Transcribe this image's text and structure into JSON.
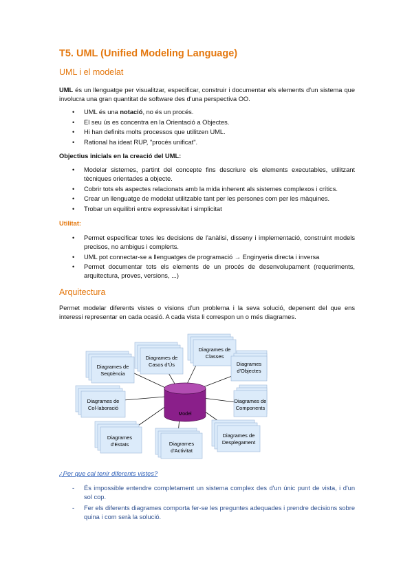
{
  "title": "T5. UML (Unified Modeling Language)",
  "section1": {
    "heading": "UML i el modelat",
    "intro_bold": "UML",
    "intro_rest": " és un llenguatge per visualitzar, especificar, construir i documentar els elements d'un sistema que involucra una gran quantitat de software des d'una perspectiva OO.",
    "bullets": [
      {
        "pre": "UML és una ",
        "bold": "notació",
        "post": ", no és un procés."
      },
      {
        "pre": "El seu ús es concentra en la Orientació a Objectes.",
        "bold": "",
        "post": ""
      },
      {
        "pre": "Hi han definits molts processos que utilitzen UML.",
        "bold": "",
        "post": ""
      },
      {
        "pre": "Rational ha ideat RUP, \"procés unificat\".",
        "bold": "",
        "post": ""
      }
    ]
  },
  "objectives": {
    "label": "Objectius inicials en la creació del UML:",
    "bullets": [
      "Modelar sistemes, partint del concepte fins descriure els elements executables, utilitzant tècniques orientades a objecte.",
      "Cobrir tots els aspectes relacionats amb la mida inherent als sistemes complexos i crítics.",
      "Crear un llenguatge de modelat utilitzable tant per les persones com per les màquines.",
      "Trobar un equilibri entre expressivitat i simplicitat"
    ]
  },
  "utility": {
    "label": "Utilitat:",
    "bullets": [
      "Permet especificar totes les decisions de l'anàlisi, disseny i implementació, construint models precisos, no ambigus i complerts.",
      "UML pot connectar-se a llenguatges de programació → Enginyeria directa i inversa",
      "Permet documentar tots els elements de un procés de desenvolupament (requeriments, arquitectura, proves, versions, ...)"
    ]
  },
  "architecture": {
    "heading": "Arquitectura",
    "text": "Permet modelar diferents vistes o visions d'un problema i la seva solució, depenent del que ens interessi representar en cada ocasió. A cada vista li correspon un o més diagrames."
  },
  "diagram": {
    "center": "Model",
    "nodes": [
      {
        "line1": "Diagrames de",
        "line2": "Seqüència"
      },
      {
        "line1": "Diagrames de",
        "line2": "Casos d'Ús"
      },
      {
        "line1": "Diagrames de",
        "line2": "Classes"
      },
      {
        "line1": "Diagrames",
        "line2": "d'Objectes"
      },
      {
        "line1": "Diagrames de",
        "line2": "Components"
      },
      {
        "line1": "Diagrames de",
        "line2": "Desplegament"
      },
      {
        "line1": "Diagrames",
        "line2": "d'Activitat"
      },
      {
        "line1": "Diagrames",
        "line2": "d'Estats"
      },
      {
        "line1": "Diagrames de",
        "line2": "Col·laboració"
      }
    ]
  },
  "question": "¿Per que cal tenir diferents vistes?",
  "answers": [
    "És impossible entendre completament un sistema complex des d'un únic punt de vista, i d'un sol cop.",
    "Fer els diferents diagrames comporta fer-se les preguntes adequades i prendre decisions sobre quina i com serà la solució."
  ],
  "colors": {
    "heading": "#e4780f",
    "link": "#2d5fb8",
    "answer": "#2d4f8f",
    "model": "#8a1f8a",
    "node": "#dcebfa"
  }
}
